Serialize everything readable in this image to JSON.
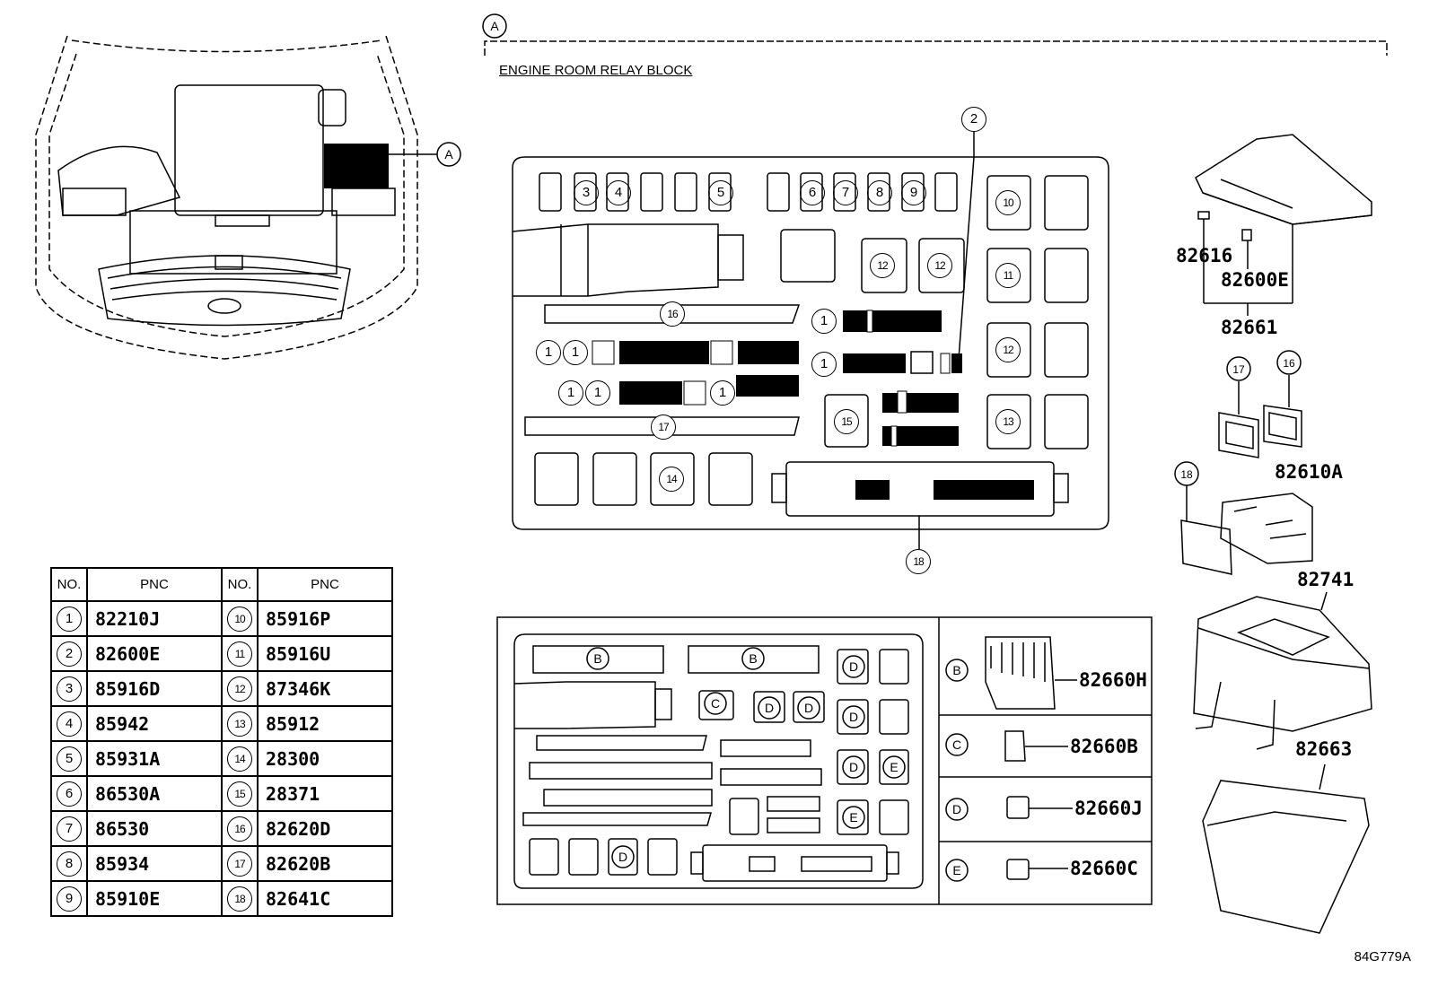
{
  "callout_a": "A",
  "section_title": "ENGINE ROOM RELAY BLOCK",
  "diagram_code": "84G779A",
  "table": {
    "headers": [
      "NO.",
      "PNC",
      "NO.",
      "PNC"
    ],
    "rows": [
      {
        "no_left": "1",
        "pnc_left": "82210J",
        "no_right": "10",
        "pnc_right": "85916P"
      },
      {
        "no_left": "2",
        "pnc_left": "82600E",
        "no_right": "11",
        "pnc_right": "85916U"
      },
      {
        "no_left": "3",
        "pnc_left": "85916D",
        "no_right": "12",
        "pnc_right": "87346K"
      },
      {
        "no_left": "4",
        "pnc_left": "85942",
        "no_right": "13",
        "pnc_right": "85912"
      },
      {
        "no_left": "5",
        "pnc_left": "85931A",
        "no_right": "14",
        "pnc_right": "28300"
      },
      {
        "no_left": "6",
        "pnc_left": "86530A",
        "no_right": "15",
        "pnc_right": "28371"
      },
      {
        "no_left": "7",
        "pnc_left": "86530",
        "no_right": "16",
        "pnc_right": "82620D"
      },
      {
        "no_left": "8",
        "pnc_left": "85934",
        "no_right": "17",
        "pnc_right": "82620B"
      },
      {
        "no_left": "9",
        "pnc_left": "85910E",
        "no_right": "18",
        "pnc_right": "82641C"
      }
    ]
  },
  "relay_block_labels": {
    "r3": "3",
    "r4": "4",
    "r5": "5",
    "r6": "6",
    "r7": "7",
    "r8": "8",
    "r9": "9",
    "r10": "10",
    "r11": "11",
    "r12": "12",
    "r13": "13",
    "r14": "14",
    "r15": "15",
    "r16": "16",
    "r17": "17",
    "r18": "18",
    "r1": "1",
    "r2": "2"
  },
  "connector_labels": {
    "b": "B",
    "c": "C",
    "d": "D",
    "e": "E"
  },
  "connector_parts": {
    "b": "82660H",
    "c": "82660B",
    "d": "82660J",
    "e": "82660C"
  },
  "right_parts": {
    "p1": "82616",
    "p2": "82600E",
    "p3": "82661",
    "p4": "17",
    "p5": "16",
    "p6": "82610A",
    "p7": "18",
    "p8": "82741",
    "p9": "82663"
  }
}
